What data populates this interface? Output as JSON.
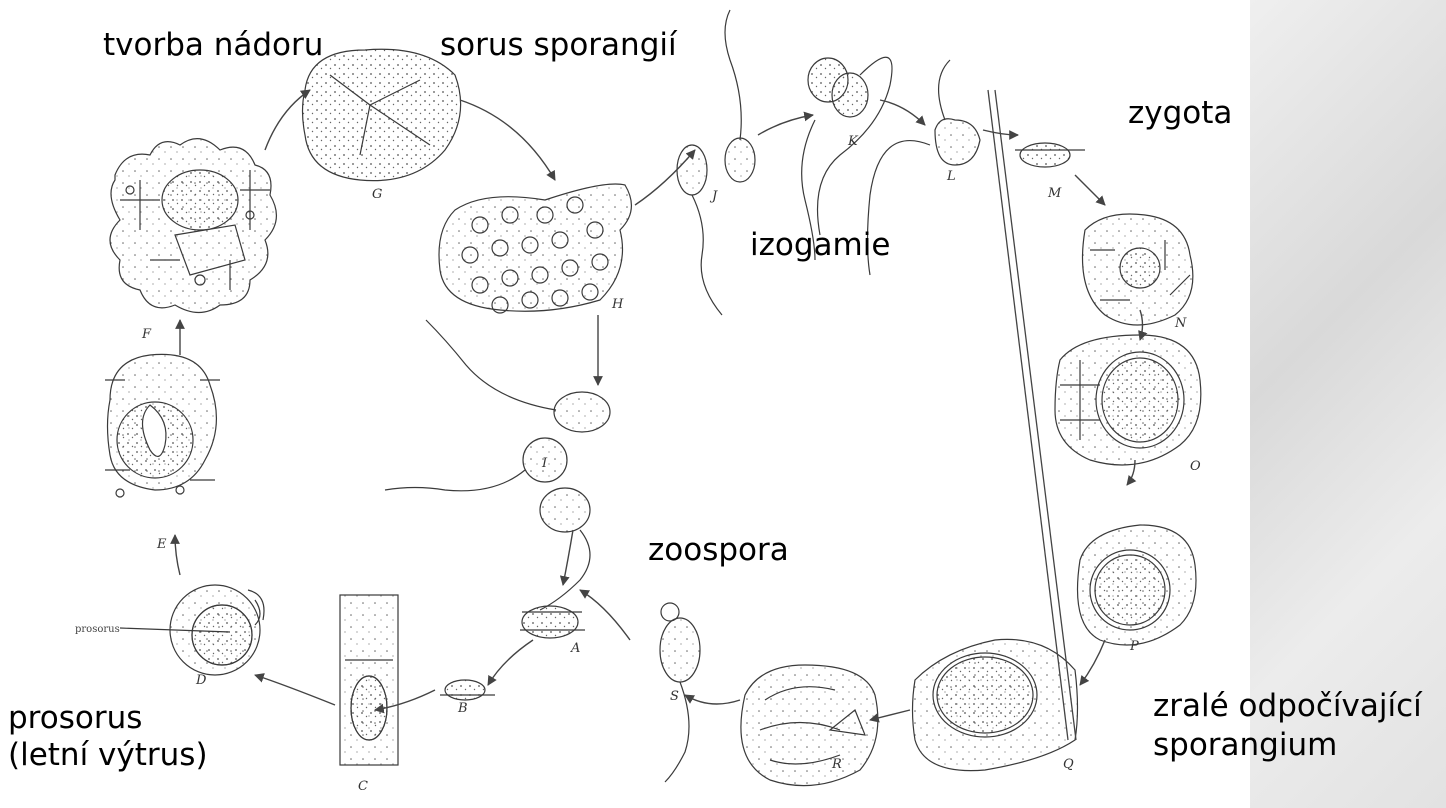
{
  "labels": {
    "tumor": "tvorba nádoru",
    "sorus": "sorus sporangií",
    "zygote": "zygota",
    "isogamy": "izogamie",
    "zoospore": "zoospora",
    "prosorus_line1": "prosorus",
    "prosorus_line2": "(letní výtrus)",
    "mature_line1": "zralé odpočívající",
    "mature_line2": "sporangium"
  },
  "stage_letters": [
    "A",
    "B",
    "C",
    "D",
    "E",
    "F",
    "G",
    "H",
    "I",
    "J",
    "K",
    "L",
    "M",
    "N",
    "O",
    "P",
    "Q",
    "R",
    "S"
  ],
  "inline_label": "prosorus",
  "colors": {
    "ink": "#3a3a3a",
    "background_strip": "#dcdcdc"
  }
}
